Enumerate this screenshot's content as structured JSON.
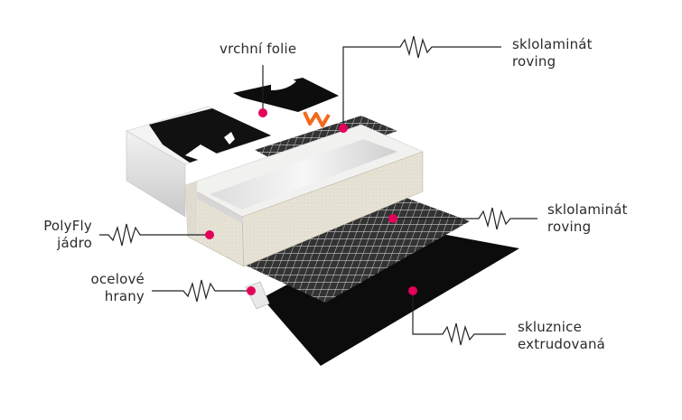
{
  "labels": {
    "top_foil": {
      "line1": "vrchní folie"
    },
    "fiberglass_top": {
      "line1": "sklolaminát",
      "line2": "roving"
    },
    "fiberglass_bottom": {
      "line1": "sklolaminát",
      "line2": "roving"
    },
    "core": {
      "line1": "PolyFly",
      "line2": "jádro"
    },
    "steel_edges": {
      "line1": "ocelové",
      "line2": "hrany"
    },
    "base": {
      "line1": "skluznice",
      "line2": "extrudovaná"
    }
  },
  "colors": {
    "marker": "#e5005a",
    "leader": "#222222",
    "text": "#2b2b2b"
  }
}
